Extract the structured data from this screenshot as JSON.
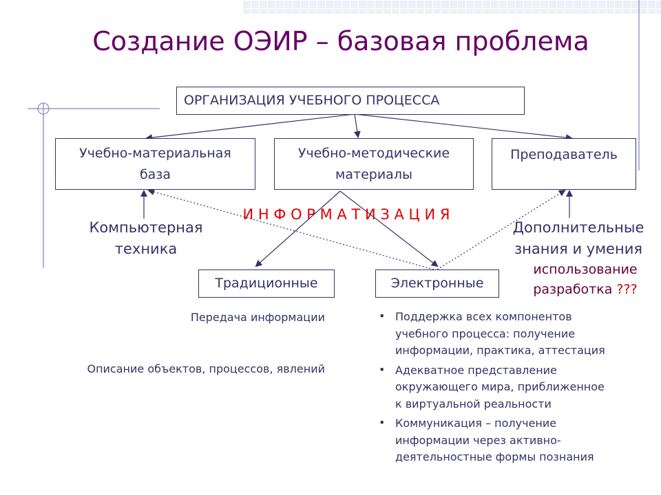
{
  "title": "Создание ОЭИР – базовая проблема",
  "top_box": "ОРГАНИЗАЦИЯ УЧЕБНОГО ПРОЦЕССА",
  "boxes": {
    "base": [
      "Учебно-материальная",
      "база"
    ],
    "methodical": [
      "Учебно-методические",
      "материалы"
    ],
    "teacher": "Преподаватель",
    "traditional": "Традиционные",
    "electronic": "Электронные"
  },
  "labels": {
    "computer": [
      "Компьютерная",
      "техника"
    ],
    "additional": [
      "Дополнительные",
      "знания и умения"
    ],
    "use": "использование",
    "develop": "разработка",
    "develop_marks": "???",
    "informatization": "И Н Ф О Р М А Т И З А Ц И Я"
  },
  "traditional_notes": [
    "Передача информации",
    "Описание объектов, процессов, явлений"
  ],
  "electronic_bullets": [
    [
      "Поддержка всех компонентов",
      "учебного процесса: получение",
      "информации, практика, аттестация"
    ],
    [
      "Адекватное представление",
      "окружающего мира, приближенное",
      "к виртуальной реальности"
    ],
    [
      "Коммуникация – получение",
      "информации через активно-",
      "деятельностные формы познания"
    ]
  ],
  "bullet_icon": "bullet-dot"
}
